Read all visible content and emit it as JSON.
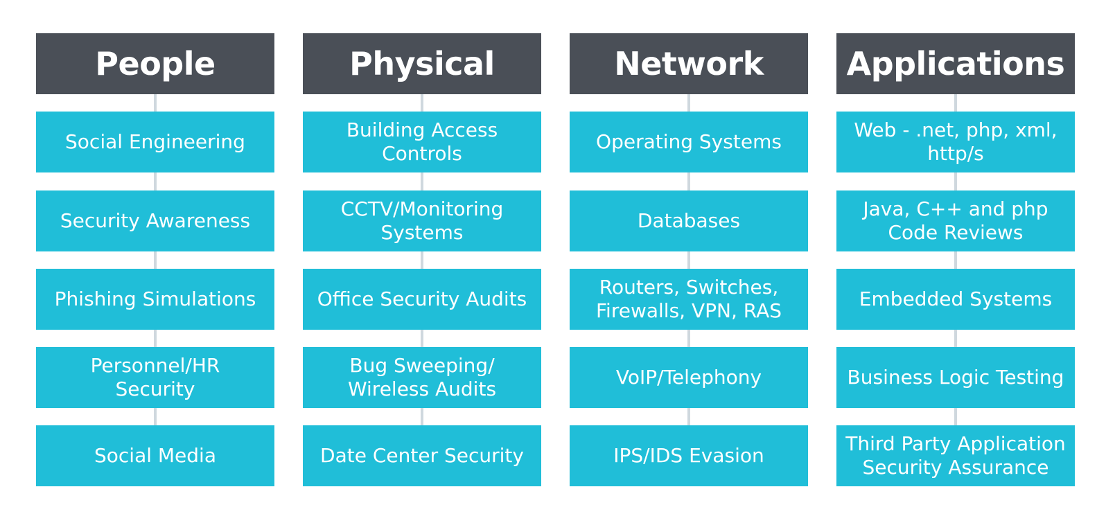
{
  "columns": [
    {
      "title": "People",
      "items": [
        "Social Engineering",
        "Security Awareness",
        "Phishing Simulations",
        "Personnel/HR\nSecurity",
        "Social Media"
      ]
    },
    {
      "title": "Physical",
      "items": [
        "Building Access\nControls",
        "CCTV/Monitoring\nSystems",
        "Office Security Audits",
        "Bug Sweeping/\nWireless Audits",
        "Date Center Security"
      ]
    },
    {
      "title": "Network",
      "items": [
        "Operating Systems",
        "Databases",
        "Routers, Switches,\nFirewalls, VPN, RAS",
        "VoIP/Telephony",
        "IPS/IDS Evasion"
      ]
    },
    {
      "title": "Applications",
      "items": [
        "Web - .net, php, xml,\nhttp/s",
        "Java, C++ and php\nCode Reviews",
        "Embedded Systems",
        "Business Logic Testing",
        "Third Party Application\nSecurity Assurance"
      ]
    }
  ],
  "colors": {
    "header_bg": "#4a4f57",
    "item_bg": "#20bed8",
    "connector": "#cfd8de",
    "text": "#ffffff"
  }
}
